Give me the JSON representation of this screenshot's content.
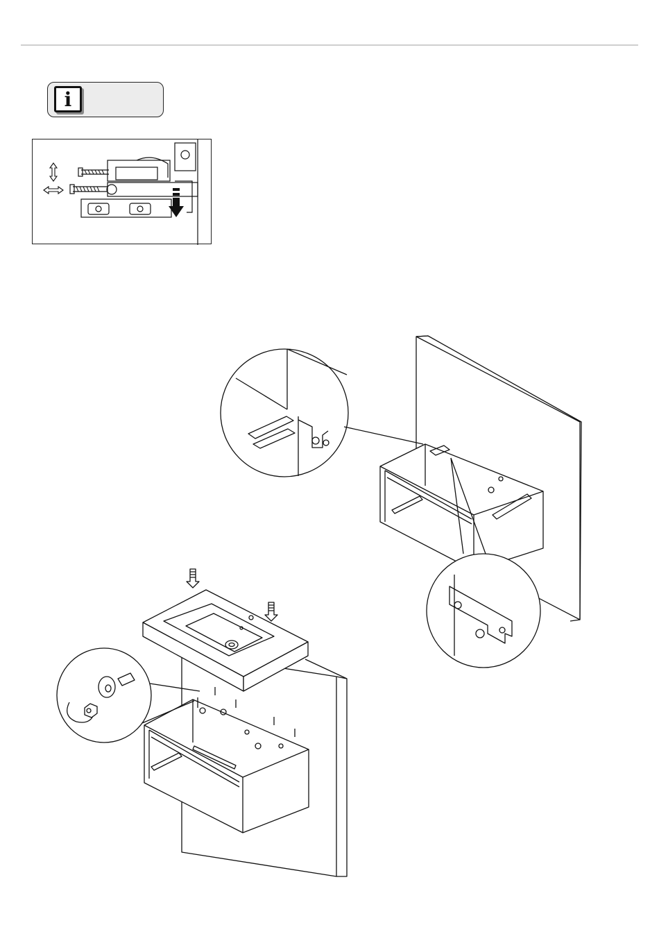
{
  "info_badge": {
    "glyph": "i",
    "icon": "info-icon"
  },
  "illustrations": [
    {
      "name": "adjustment-bracket-detail",
      "icons": [
        "vertical-adjust-arrow-icon",
        "horizontal-adjust-arrow-icon",
        "press-down-arrow-icon"
      ]
    },
    {
      "name": "cabinet-hang-on-wall",
      "icons": [
        "wall-rail-detail",
        "hanging-bracket-detail"
      ]
    },
    {
      "name": "basin-mount-on-cabinet",
      "icons": [
        "press-down-arrow-icon",
        "nut-tighten-icon"
      ]
    }
  ],
  "colors": {
    "line": "#111111",
    "rule": "#cfcfcf",
    "badge_fill": "#ececec"
  }
}
